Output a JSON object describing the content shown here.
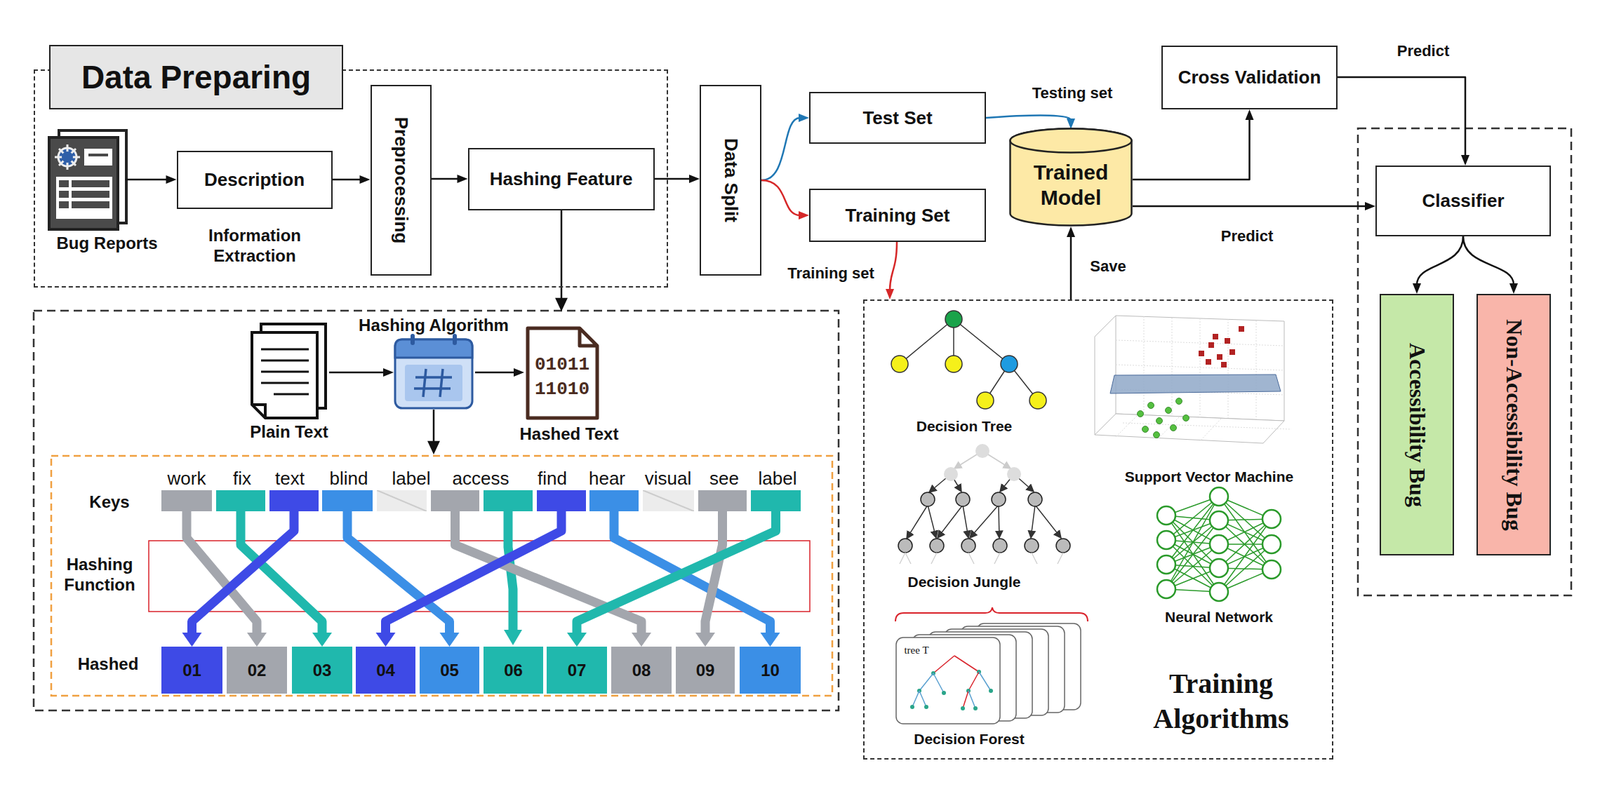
{
  "diagram": {
    "nodes": [
      {
        "text": [
          "Data Preparing"
        ]
      },
      {
        "text": [
          "Bug Reports"
        ],
        "in": 0
      },
      {
        "text": [
          "Description"
        ],
        "in": 0
      },
      {
        "text": [
          "Preprocessing"
        ],
        "in": 0
      },
      {
        "text": [
          "Hashing Feature"
        ],
        "in": 0
      },
      {
        "text": [
          "Data Split"
        ]
      },
      {
        "text": [
          "Test Set"
        ]
      },
      {
        "text": [
          "Training Set"
        ]
      },
      {
        "text": [
          "Trained Model"
        ]
      },
      {
        "text": [
          "Cross Validation"
        ]
      },
      {
        "text": [
          "Classifier"
        ]
      },
      {
        "text": [
          "Accessibility Bug"
        ]
      },
      {
        "text": [
          "Non-Accessibility Bug"
        ]
      },
      {
        "text": [
          "Plain Text"
        ]
      },
      {
        "text": [
          "Hashing Algorithm"
        ]
      },
      {
        "text": [
          "Hashed Text"
        ]
      },
      {
        "text": [
          "work"
        ]
      },
      {
        "text": [
          "fix"
        ]
      },
      {
        "text": [
          "text"
        ]
      },
      {
        "text": [
          "blind"
        ]
      },
      {
        "text": [
          "label"
        ]
      },
      {
        "text": [
          "access"
        ]
      },
      {
        "text": [
          "find"
        ]
      },
      {
        "text": [
          "hear"
        ]
      },
      {
        "text": [
          "visual"
        ]
      },
      {
        "text": [
          "see"
        ]
      },
      {
        "text": [
          "label"
        ]
      },
      {
        "text": [
          "01"
        ]
      },
      {
        "text": [
          "02"
        ]
      },
      {
        "text": [
          "03"
        ]
      },
      {
        "text": [
          "04"
        ]
      },
      {
        "text": [
          "05"
        ]
      },
      {
        "text": [
          "06"
        ]
      },
      {
        "text": [
          "07"
        ]
      },
      {
        "text": [
          "08"
        ]
      },
      {
        "text": [
          "09"
        ]
      },
      {
        "text": [
          "10"
        ]
      },
      {
        "text": [
          "Training Algorithms"
        ]
      }
    ],
    "edges": [
      {
        "from": 1,
        "to": 2,
        "arrow": "to"
      },
      {
        "from": 2,
        "to": 3,
        "arrow": "to"
      },
      {
        "from": 3,
        "to": 4,
        "arrow": "to"
      },
      {
        "from": 4,
        "to": 5,
        "arrow": "to"
      },
      {
        "from": 5,
        "to": 6,
        "arrow": "to"
      },
      {
        "from": 5,
        "to": 7,
        "arrow": "to"
      },
      {
        "from": 6,
        "to": 8,
        "label": "Testing set",
        "arrow": "to"
      },
      {
        "from": 7,
        "to": 37,
        "label": "Training set",
        "arrow": "to"
      },
      {
        "from": 37,
        "to": 8,
        "label": "Save",
        "arrow": "to"
      },
      {
        "from": 8,
        "to": 9,
        "arrow": "to"
      },
      {
        "from": 9,
        "to": 10,
        "label": "Predict",
        "arrow": "to"
      },
      {
        "from": 8,
        "to": 10,
        "label": "Predict",
        "arrow": "to"
      },
      {
        "from": 10,
        "to": 11,
        "arrow": "to"
      },
      {
        "from": 10,
        "to": 12,
        "arrow": "to"
      },
      {
        "from": 13,
        "to": 14,
        "arrow": "to"
      },
      {
        "from": 14,
        "to": 15,
        "arrow": "to"
      },
      {
        "from": 16,
        "to": 28,
        "arrow": "to"
      },
      {
        "from": 17,
        "to": 29,
        "arrow": "to"
      },
      {
        "from": 18,
        "to": 27,
        "arrow": "to"
      },
      {
        "from": 19,
        "to": 31,
        "arrow": "to"
      },
      {
        "from": 21,
        "to": 34,
        "arrow": "to"
      },
      {
        "from": 22,
        "to": 30,
        "arrow": "to"
      },
      {
        "from": 23,
        "to": 36,
        "arrow": "to"
      },
      {
        "from": 25,
        "to": 35,
        "arrow": "to"
      },
      {
        "from": 26,
        "to": 33,
        "arrow": "to"
      }
    ],
    "labels": [
      "Information Extraction",
      "01011",
      "11010",
      "Keys",
      "Hashing Function",
      "Hashed",
      "Decision Tree",
      "Support Vector Machine",
      "Decision Jungle",
      "Neural Network",
      "Decision Forest",
      "tree T"
    ]
  }
}
